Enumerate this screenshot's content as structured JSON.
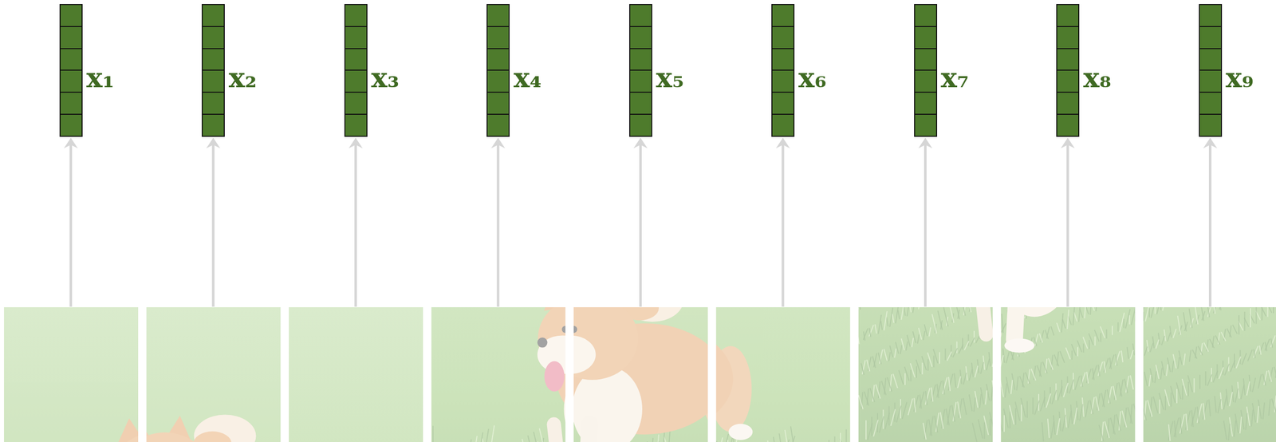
{
  "diagram": {
    "nodes": [
      {
        "text": [
          "x₁"
        ]
      },
      {
        "text": [
          "x₂"
        ]
      },
      {
        "text": [
          "x₃"
        ]
      },
      {
        "text": [
          "x₄"
        ]
      },
      {
        "text": [
          "x₅"
        ]
      },
      {
        "text": [
          "x₆"
        ]
      },
      {
        "text": [
          "x₇"
        ]
      },
      {
        "text": [
          "x₈"
        ]
      },
      {
        "text": [
          "x₉"
        ]
      }
    ]
  }
}
